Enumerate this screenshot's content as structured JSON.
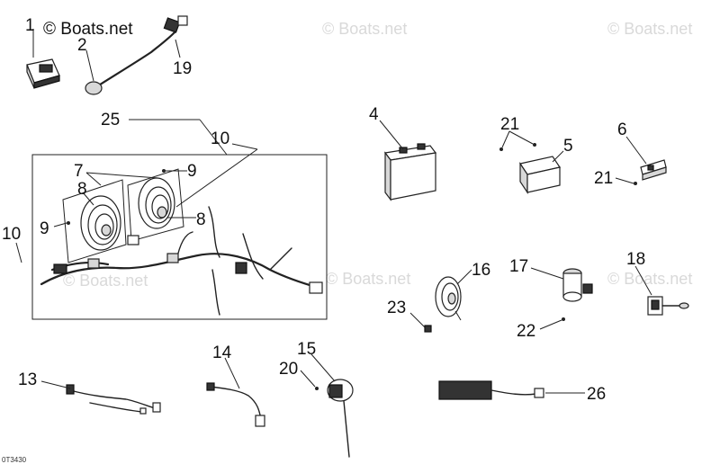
{
  "watermarks": {
    "main": "© Boats.net",
    "repeat": "© Boats.net"
  },
  "callouts": {
    "c1": "1",
    "c2": "2",
    "c4": "4",
    "c5": "5",
    "c6": "6",
    "c7": "7",
    "c8a": "8",
    "c8b": "8",
    "c9a": "9",
    "c9b": "9",
    "c10a": "10",
    "c10b": "10",
    "c13": "13",
    "c14": "14",
    "c15": "15",
    "c16": "16",
    "c17": "17",
    "c18": "18",
    "c19": "19",
    "c20": "20",
    "c21a": "21",
    "c21b": "21",
    "c22": "22",
    "c23": "23",
    "c25": "25",
    "c26": "26"
  },
  "diagram_code": "0T3430"
}
